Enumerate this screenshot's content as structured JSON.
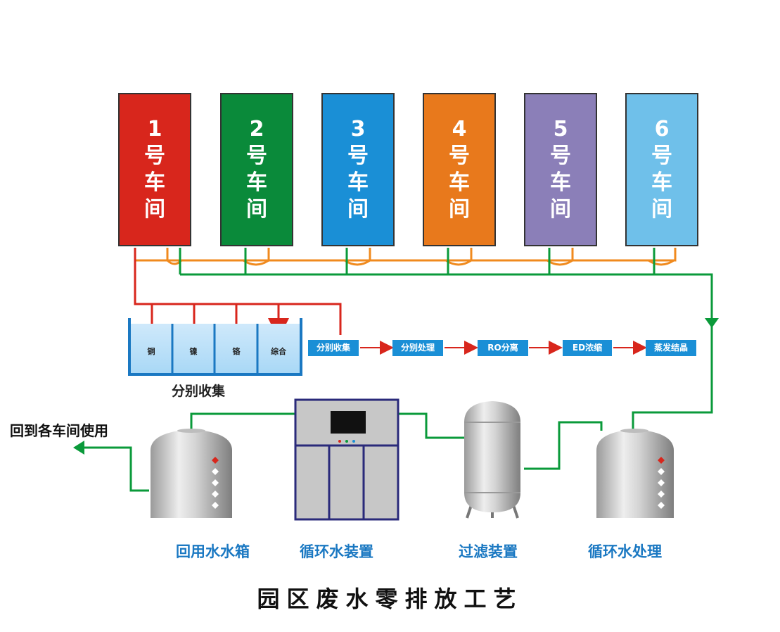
{
  "title": "园区废水零排放工艺",
  "workshops": [
    {
      "num": "1",
      "hao": "号",
      "che": "车",
      "jian": "间",
      "color": "#d8261c"
    },
    {
      "num": "2",
      "hao": "号",
      "che": "车",
      "jian": "间",
      "color": "#0a8a3a"
    },
    {
      "num": "3",
      "hao": "号",
      "che": "车",
      "jian": "间",
      "color": "#1a8fd6"
    },
    {
      "num": "4",
      "hao": "号",
      "che": "车",
      "jian": "间",
      "color": "#e8791c"
    },
    {
      "num": "5",
      "hao": "号",
      "che": "车",
      "jian": "间",
      "color": "#8b7fb8"
    },
    {
      "num": "6",
      "hao": "号",
      "che": "车",
      "jian": "间",
      "color": "#6fc0ea"
    }
  ],
  "collection_tanks": [
    "铜",
    "镍",
    "铬",
    "综合"
  ],
  "collection_label": "分别收集",
  "process_steps": [
    "分别收集",
    "分别处理",
    "RO分离",
    "ED浓缩",
    "蒸发结晶"
  ],
  "return_label": "回到各车间使用",
  "equipment_labels": {
    "reuse_tank": "回用水水箱",
    "circulating_device": "循环水装置",
    "filter_device": "过滤装置",
    "circulating_treatment": "循环水处理"
  },
  "colors": {
    "pipe_green": "#0a9a3a",
    "pipe_orange": "#f08a1e",
    "pipe_red": "#d8261c",
    "process_blue": "#1a8fd6"
  }
}
